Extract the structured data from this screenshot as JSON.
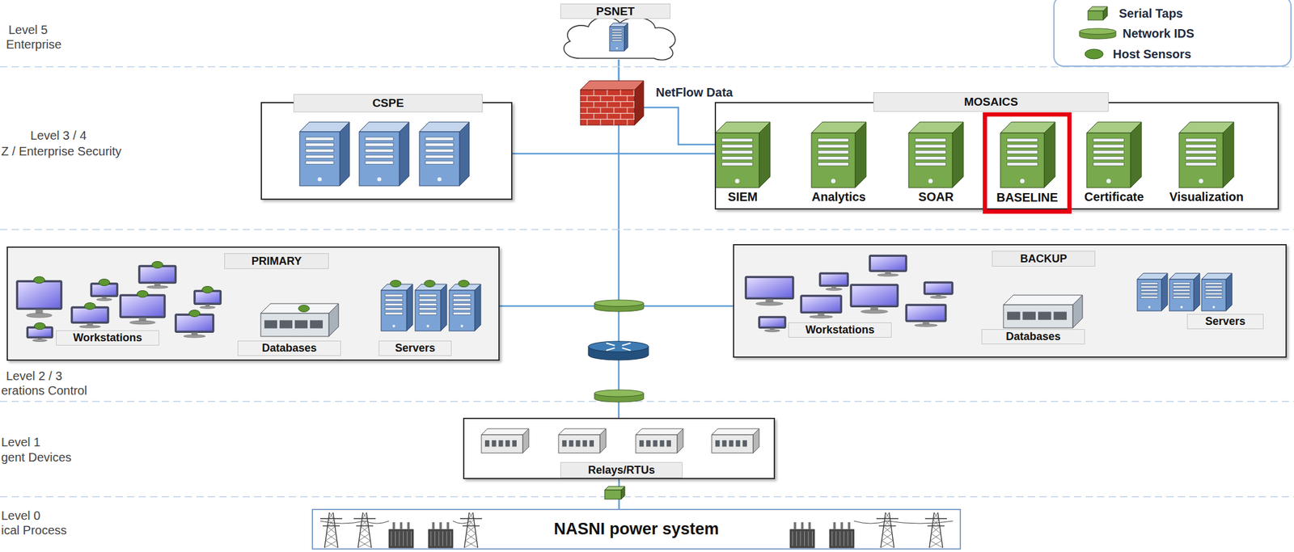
{
  "diagram": {
    "nodes": [
      {
        "text": [
          "PSNET"
        ]
      },
      {
        "text": [
          "CSPE"
        ]
      },
      {
        "text": [
          "MOSAICS"
        ]
      },
      {
        "text": [
          "SIEM"
        ],
        "in": 2
      },
      {
        "text": [
          "Analytics"
        ],
        "in": 2
      },
      {
        "text": [
          "SOAR"
        ],
        "in": 2
      },
      {
        "text": [
          "BASELINE"
        ],
        "in": 2
      },
      {
        "text": [
          "Certificate"
        ],
        "in": 2
      },
      {
        "text": [
          "Visualization"
        ],
        "in": 2
      },
      {
        "text": [
          "PRIMARY"
        ]
      },
      {
        "text": [
          "Workstations"
        ],
        "in": 9
      },
      {
        "text": [
          "Databases"
        ],
        "in": 9
      },
      {
        "text": [
          "Servers"
        ],
        "in": 9
      },
      {
        "text": [
          "BACKUP"
        ]
      },
      {
        "text": [
          "Workstations"
        ],
        "in": 13
      },
      {
        "text": [
          "Databases"
        ],
        "in": 13
      },
      {
        "text": [
          "Servers"
        ],
        "in": 13
      },
      {
        "text": [
          "Relays/RTUs"
        ]
      },
      {
        "text": [
          "NASNI power system"
        ]
      }
    ],
    "edges": [
      {
        "from": 0,
        "to": 17,
        "arrow": "none"
      },
      {
        "from": 17,
        "to": 18,
        "arrow": "none"
      },
      {
        "from": 1,
        "to": 2,
        "arrow": "none"
      },
      {
        "from": 9,
        "to": 13,
        "arrow": "none"
      },
      {
        "from": 0,
        "to": 2,
        "label": "NetFlow Data",
        "arrow": "none"
      }
    ],
    "labels": [
      "Level 5",
      "Enterprise",
      "Level 3 / 4",
      "Z / Enterprise Security",
      "Level 2 / 3",
      "erations Control",
      "Level 1",
      "gent Devices",
      "Level 0",
      "ical Process"
    ],
    "legend": [
      {
        "text": "Serial Taps"
      },
      {
        "text": "Network IDS"
      },
      {
        "text": "Host Sensors"
      }
    ]
  }
}
